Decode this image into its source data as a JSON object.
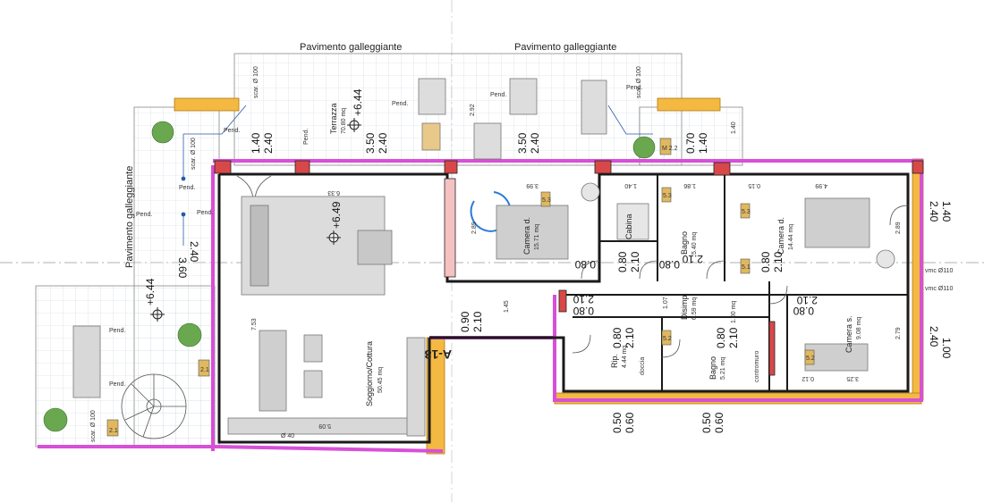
{
  "labels": {
    "floating_floor_top_left": "Pavimento galleggiante",
    "floating_floor_top_right": "Pavimento galleggiante",
    "floating_floor_side": "Pavimento galleggiante",
    "section": "A-18"
  },
  "rooms": {
    "terrace": {
      "name": "Terrazza",
      "area": "70.80 mq"
    },
    "living": {
      "name": "Soggiorno/Cottura",
      "area": "50.45 mq"
    },
    "bed_double_1": {
      "name": "Camera d.",
      "area": "15.71 mq"
    },
    "closet": {
      "name": "Cabina"
    },
    "bath_1": {
      "name": "Bagno",
      "area": "5.40 mq"
    },
    "bed_double_2": {
      "name": "Camera d.",
      "area": "14.44 mq"
    },
    "hallway": {
      "name": "Disimp.",
      "area": "6.59 mq"
    },
    "storage": {
      "name": "Rip.",
      "area": "4.44 mq"
    },
    "bath_2": {
      "name": "Bagno",
      "area": "5.21 mq"
    },
    "bed_single": {
      "name": "Camera s.",
      "area": "9.08 mq"
    }
  },
  "elevations": {
    "terrace": "+6.44",
    "living": "+6.49",
    "side_terrace": "+6.44"
  },
  "dimensions": {
    "t_140": "1.40",
    "t_240": "2.40",
    "t_350a": "3.50",
    "t_240b": "2.40",
    "t_292": "2.92",
    "t_350b": "3.50",
    "t_240c": "2.40",
    "t_070": "0.70",
    "t_140b": "1.40",
    "t_140c": "1.40",
    "living_633": "6.33",
    "living_753": "7.53",
    "living_509": "5.09",
    "living_360": "3.60",
    "living_240": "2.40",
    "bed1_399": "3.99",
    "bed1_289": "2.89",
    "closet_140": "1.40",
    "bath1_186": "1.86",
    "bed2_015": "0.15",
    "bed2_499": "4.99",
    "bed2_289": "2.89",
    "right_240a": "2.40",
    "right_140": "1.40",
    "right_240b": "2.40",
    "right_100": "1.00",
    "door_080a": "0.80",
    "door_210a": "2.10",
    "door_080b": "0.80",
    "door_210b": "2.10",
    "door_080c": "0.80",
    "door_210c": "2.10",
    "hall_210": "2.10",
    "hall_080": "0.80",
    "hall_107": "1.07",
    "hall_100": "1.00 mq",
    "hall_090": "0.90",
    "hall_210b": "2.10",
    "hall_145": "1.45",
    "rip_080": "0.80",
    "rip_210": "2.10",
    "bath2_080": "0.80",
    "bath2_210": "2.10",
    "bed_s_325": "3.25",
    "bed_s_012": "0.12",
    "bed_s_279": "2.79",
    "bed_s_210": "2.10",
    "bed_s_080": "0.80",
    "bot_050a": "0.50",
    "bot_060a": "0.60",
    "bot_050b": "0.50",
    "bot_060b": "0.60",
    "bed1_080": "0.80"
  },
  "notes": {
    "pend": "Pend.",
    "drain": "scar. Ø 100",
    "window_tag": "M 2.2",
    "tag_5_3": "5.3",
    "tag_5_2": "5.2",
    "tag_5_1": "5.1",
    "tag_2_1": "2.1",
    "pipe": "Ø 40",
    "vmc": "vmc Ø110",
    "vmc2": "vmc Ø110",
    "contromuro": "contromuro",
    "shower": "doccia"
  },
  "colors": {
    "wall": "#1a1a1a",
    "insulation": "#d84fd8",
    "exterior_band": "#f4b942",
    "column": "#d94848",
    "terrace_fill": "#e8f0f4",
    "furniture": "#c8c8c8",
    "plant": "#6aa84f"
  }
}
